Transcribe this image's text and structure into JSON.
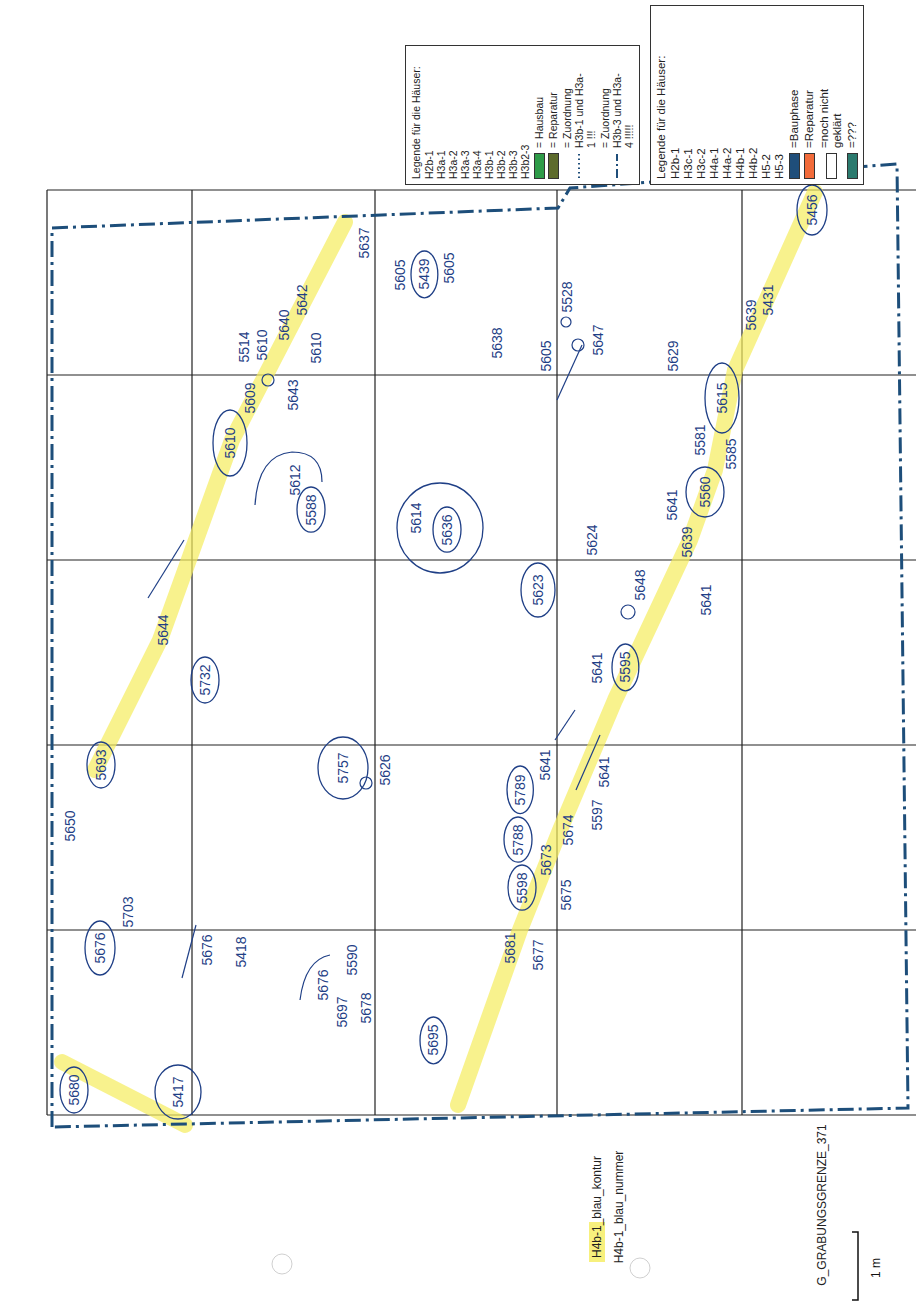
{
  "diagram": {
    "nodes": [
      {
        "text": [
          "5456"
        ]
      },
      {
        "text": [
          "5439"
        ]
      },
      {
        "text": [
          "5610"
        ]
      },
      {
        "text": [
          "5615"
        ]
      },
      {
        "text": [
          "5560"
        ]
      },
      {
        "text": [
          "5588"
        ]
      },
      {
        "text": [
          "5614"
        ]
      },
      {
        "text": [
          "5636"
        ],
        "in": 6
      },
      {
        "text": [
          "5623"
        ]
      },
      {
        "text": [
          "5595"
        ]
      },
      {
        "text": [
          "5732"
        ]
      },
      {
        "text": [
          "5757"
        ]
      },
      {
        "text": [
          "5693"
        ]
      },
      {
        "text": [
          "5789"
        ]
      },
      {
        "text": [
          "5788"
        ]
      },
      {
        "text": [
          "5598"
        ]
      },
      {
        "text": [
          "5676"
        ]
      },
      {
        "text": [
          "5695"
        ]
      },
      {
        "text": [
          "5680"
        ]
      },
      {
        "text": [
          "5417"
        ]
      }
    ],
    "labels": [
      "Legende für die Häuser:",
      "H2b-1",
      "H3c-1",
      "H3c-2",
      "H4a-1",
      "H4a-2",
      "H4b-1",
      "H4b-2",
      "H5-2",
      "H5-3",
      "Legende für die Häuser:",
      "H2b-1",
      "H3a-1",
      "H3a-2",
      "H3a-3",
      "H3a-4",
      "H3b-1",
      "H3b-2",
      "H3b-3",
      "H3b2-3",
      "5637",
      "5605",
      "5605",
      "5642",
      "5640",
      "5514",
      "5610",
      "5610",
      "5609",
      "5643",
      "5612",
      "5644",
      "5626",
      "5650",
      "5703",
      "5676",
      "5418",
      "5590",
      "5676",
      "5697",
      "5678",
      "5528",
      "5638",
      "5647",
      "5605",
      "5629",
      "5431",
      "5639",
      "5581",
      "5585",
      "5641",
      "5624",
      "5639",
      "5648",
      "5641",
      "5641",
      "5641",
      "5641",
      "5597",
      "5674",
      "5673",
      "5675",
      "5681",
      "5677",
      "H4b-1_blau_kontur",
      "H4b-1_blau_nummer",
      "G_GRABUNGSGRENZE_371",
      "1 m"
    ],
    "legend": [
      {
        "text": "=Bauphase",
        "color": "#1f4e7a"
      },
      {
        "text": "=Reparatur",
        "color": "#f26b3a"
      },
      {
        "text": "=noch nicht geklärt",
        "color": "#ffffff"
      },
      {
        "text": "=???",
        "color": "#2b7a6e"
      },
      {
        "text": "= Hausbau",
        "color": "#2e9b48"
      },
      {
        "text": "= Reparatur",
        "color": "#5d6b2c"
      },
      {
        "text": "= Zuordnung H3b-1 und H3a-1 !!!"
      },
      {
        "text": "= Zuordnung H3b-3 und H3a-4 !!!!!"
      }
    ]
  }
}
